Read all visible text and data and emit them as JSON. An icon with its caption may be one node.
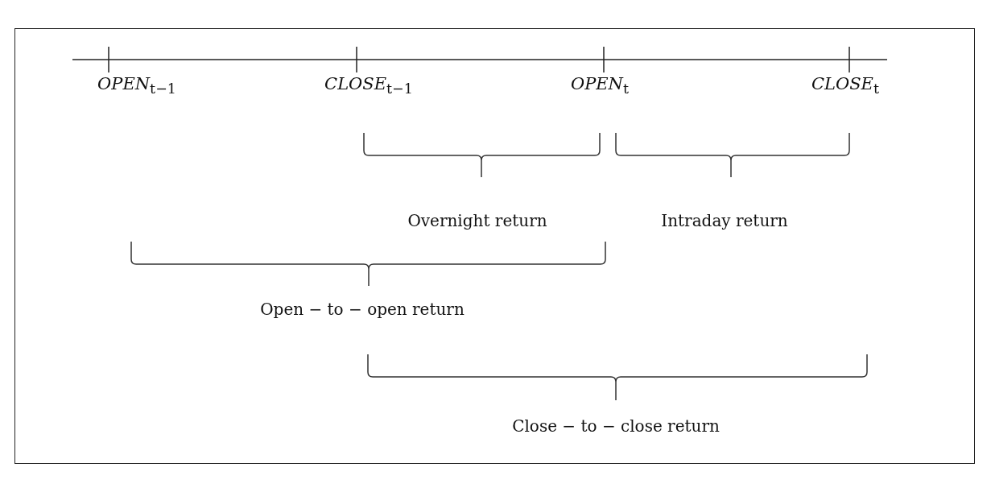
{
  "diagram": {
    "labels": [
      "*OPEN*$_{t−1}$",
      "*CLOSE*$_{t−1}$",
      "*OPEN*$_{t}$",
      "*CLOSE*$_{t}$",
      "Overnight return",
      "Intraday return",
      "Open − to − open return",
      "Close − to − close return"
    ]
  }
}
